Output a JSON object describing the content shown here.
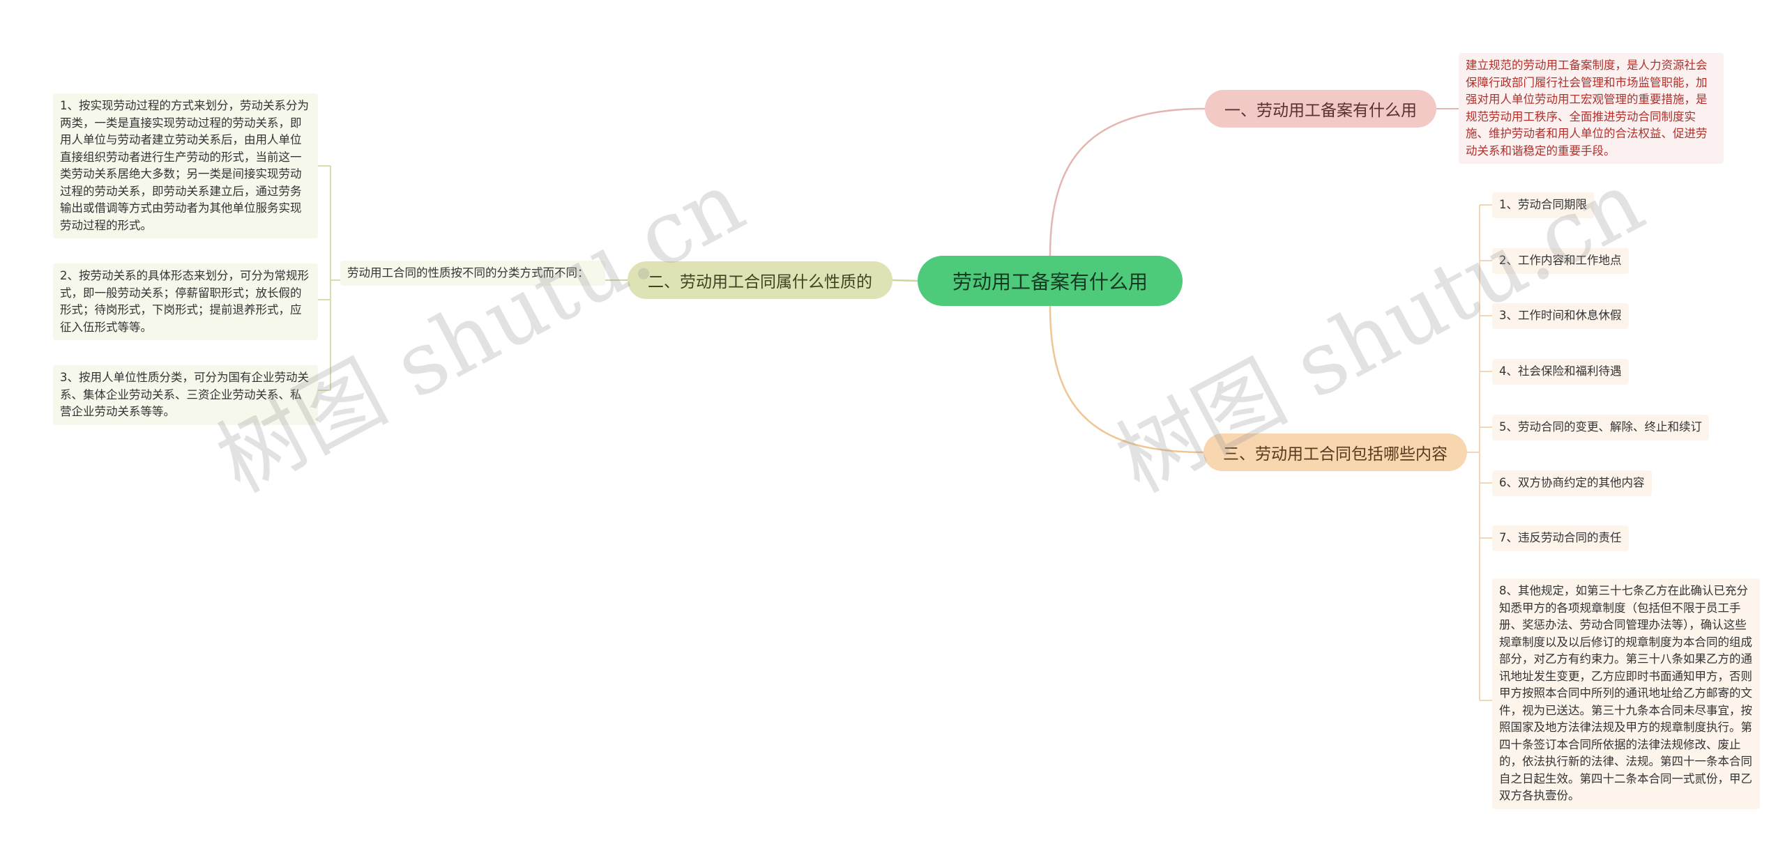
{
  "root": {
    "label": "劳动用工备案有什么用"
  },
  "branches": [
    {
      "label": "一、劳动用工备案有什么用",
      "color": "#f2c9c5"
    },
    {
      "label": "二、劳动用工合同属什么性质的",
      "color": "#dfe2b4"
    },
    {
      "label": "三、劳动用工合同包括哪些内容",
      "color": "#f8d6b0"
    }
  ],
  "branch1_desc": "建立规范的劳动用工备案制度，是人力资源社会保障行政部门履行社会管理和市场监管职能，加强对用人单位劳动用工宏观管理的重要措施，是规范劳动用工秩序、全面推进劳动合同制度实施、维护劳动者和用人单位的合法权益、促进劳动关系和谐稳定的重要手段。",
  "branch2_mid": "劳动用工合同的性质按不同的分类方式而不同：",
  "branch2_items": [
    "1、按实现劳动过程的方式来划分，劳动关系分为两类，一类是直接实现劳动过程的劳动关系，即用人单位与劳动者建立劳动关系后，由用人单位直接组织劳动者进行生产劳动的形式，当前这一类劳动关系居绝大多数；另一类是间接实现劳动过程的劳动关系，即劳动关系建立后，通过劳务输出或借调等方式由劳动者为其他单位服务实现劳动过程的形式。",
    "2、按劳动关系的具体形态来划分，可分为常规形式，即一般劳动关系；停薪留职形式；放长假的形式；待岗形式，下岗形式；提前退养形式，应征入伍形式等等。",
    "3、按用人单位性质分类，可分为国有企业劳动关系、集体企业劳动关系、三资企业劳动关系、私营企业劳动关系等等。"
  ],
  "branch3_items": [
    "1、劳动合同期限",
    "2、工作内容和工作地点",
    "3、工作时间和休息休假",
    "4、社会保险和福利待遇",
    "5、劳动合同的变更、解除、终止和续订",
    "6、双方协商约定的其他内容",
    "7、违反劳动合同的责任",
    "8、其他规定，如第三十七条乙方在此确认已充分知悉甲方的各项规章制度（包括但不限于员工手册、奖惩办法、劳动合同管理办法等），确认这些规章制度以及以后修订的规章制度为本合同的组成部分，对乙方有约束力。第三十八条如果乙方的通讯地址发生变更，乙方应即时书面通知甲方，否则甲方按照本合同中所列的通讯地址给乙方邮寄的文件，视为已送达。第三十九条本合同未尽事宜，按照国家及地方法律法规及甲方的规章制度执行。第四十条签订本合同所依据的法律法规修改、废止的，依法执行新的法律、法规。第四十一条本合同自之日起生效。第四十二条本合同一式贰份，甲乙双方各执壹份。"
  ],
  "watermark": "树图 shutu.cn",
  "colors": {
    "root": "#4ecb7a",
    "link1": "#e4b5b1",
    "link2": "#cfd49c",
    "link3": "#efc594",
    "leafLink3": "#f2d6b6",
    "leafLink2": "#d8dcae"
  }
}
